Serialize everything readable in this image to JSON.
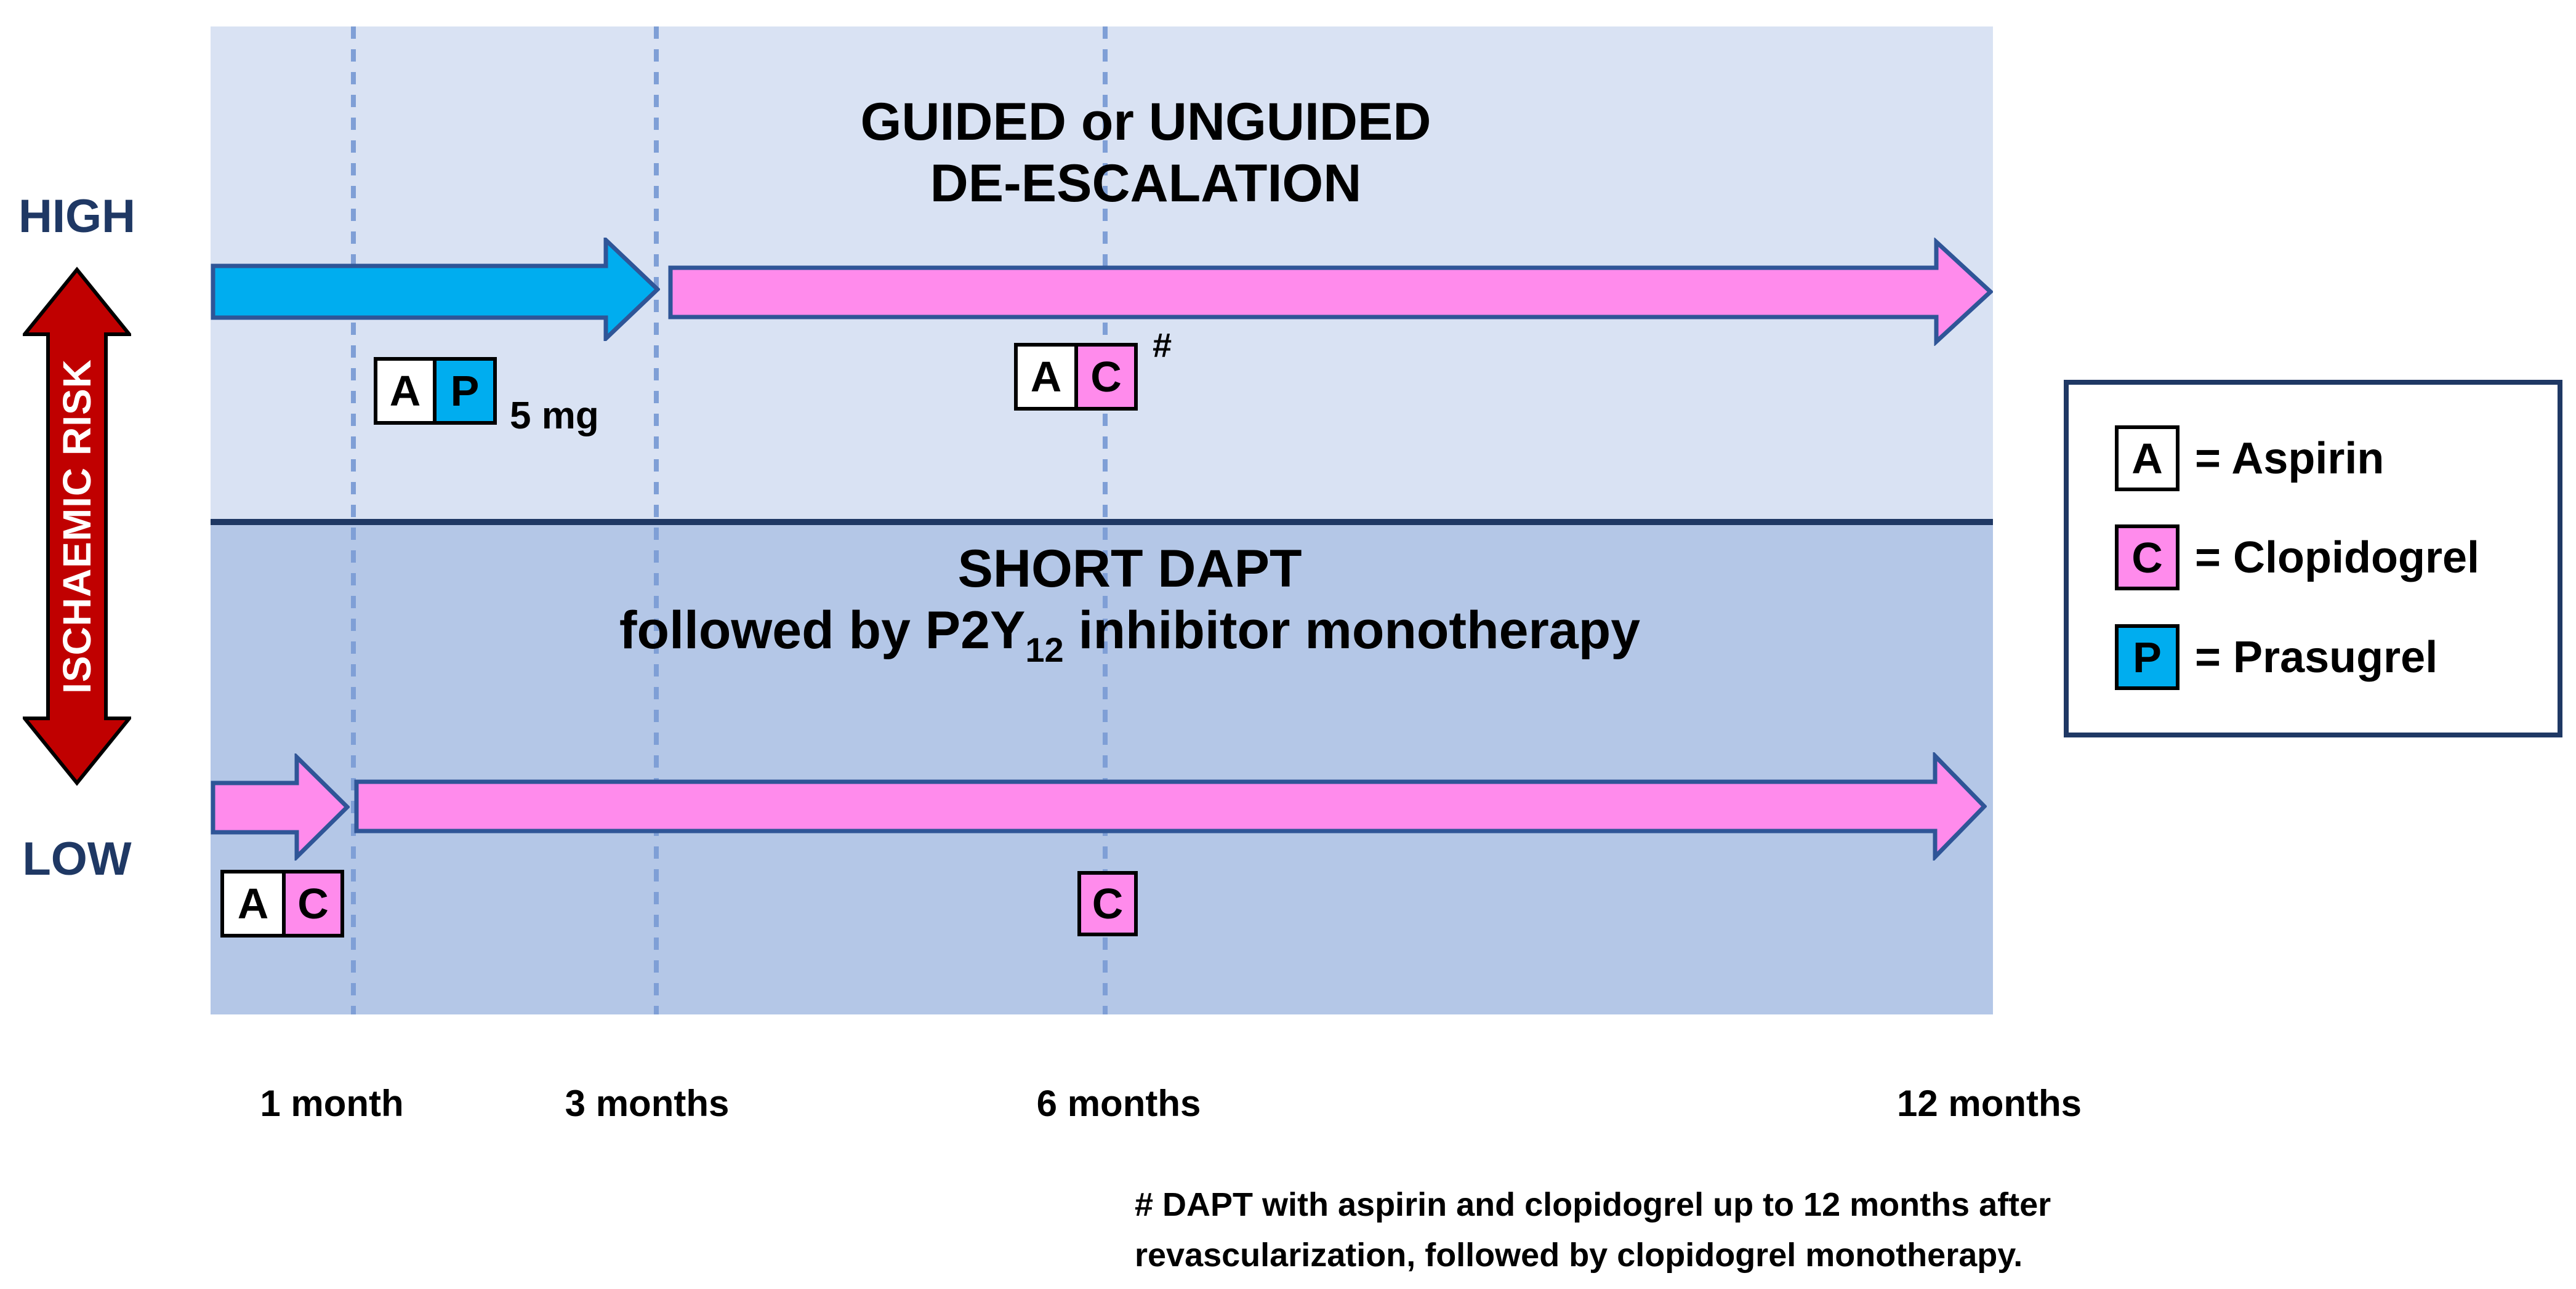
{
  "colors": {
    "background": "#FFFFFF",
    "top_section_bg": "#D9E2F3",
    "bottom_section_bg": "#B4C7E7",
    "divider_navy": "#1F3864",
    "arrow_outline": "#2F5597",
    "prasugrel_blue": "#00ADEF",
    "clopidogrel_pink": "#FF8BEC",
    "aspirin_white": "#FFFFFF",
    "risk_arrow_red": "#C00000",
    "risk_text_navy": "#1F3864",
    "dashed_line_blue": "#7F9FD6"
  },
  "risk_axis": {
    "high_label": "HIGH",
    "low_label": "LOW",
    "axis_label": "ISCHAEMIC RISK"
  },
  "top_section": {
    "title_line1": "GUIDED or UNGUIDED",
    "title_line2": "DE-ESCALATION",
    "chip_pair_1": {
      "left": "A",
      "right": "P"
    },
    "chip_pair_1_note": "5 mg",
    "chip_pair_2": {
      "left": "A",
      "right": "C"
    },
    "chip_pair_2_note": "#"
  },
  "bottom_section": {
    "title_line1": "SHORT DAPT",
    "title_line2_prefix": "followed by P2Y",
    "title_line2_subscript": "12",
    "title_line2_suffix": " inhibitor monotherapy",
    "chip_pair_1": {
      "left": "A",
      "right": "C"
    },
    "chip_single": "C"
  },
  "timeline": {
    "tick_1": "1 month",
    "tick_2": "3 months",
    "tick_3": "6 months",
    "tick_4": "12 months"
  },
  "legend": {
    "items": [
      {
        "letter": "A",
        "label": "= Aspirin"
      },
      {
        "letter": "C",
        "label": "= Clopidogrel"
      },
      {
        "letter": "P",
        "label": "= Prasugrel"
      }
    ]
  },
  "footnote": {
    "line1": "# DAPT with aspirin and clopidogrel up to 12 months after",
    "line2": "revascularization, followed by clopidogrel monotherapy."
  }
}
